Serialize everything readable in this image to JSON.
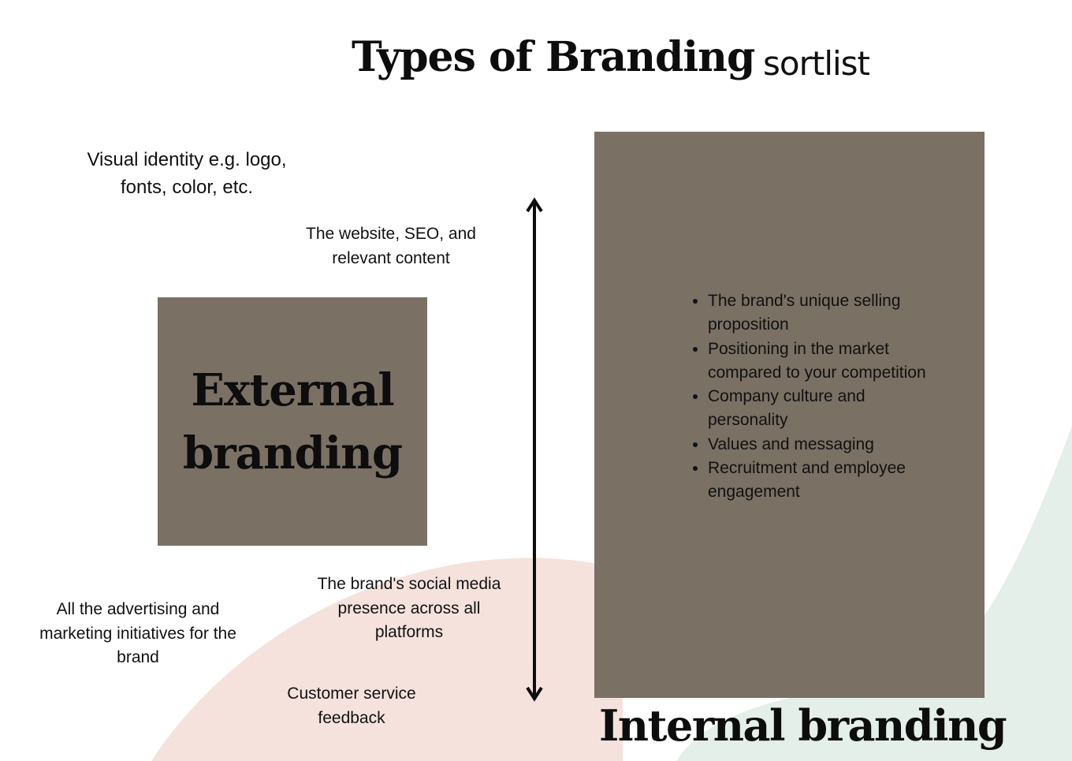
{
  "title": "Types of Branding",
  "logo": "sortlist",
  "external": {
    "label": "External branding",
    "notes": {
      "visual_identity": "Visual identity e.g. logo, fonts, color, etc.",
      "website": "The website, SEO, and relevant content",
      "social_media": "The brand's social media presence across all platforms",
      "advertising": "All the advertising and marketing initiatives for the brand",
      "customer_service": "Customer service feedback"
    }
  },
  "internal": {
    "label": "Internal branding",
    "items": [
      "The brand's unique selling proposition",
      "Positioning in the market compared to your competition",
      "Company culture and personality",
      "Values and messaging",
      "Recruitment and employee engagement"
    ]
  },
  "colors": {
    "box": "#7a7064",
    "blob_pink": "#f5e2dc",
    "blob_green": "#e3efe8",
    "arrow": "#0d0d0d"
  }
}
